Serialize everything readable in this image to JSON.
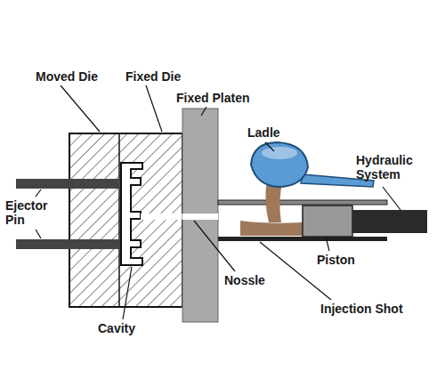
{
  "diagram": {
    "labels": [
      "Moved Die",
      "Fixed Die",
      "Fixed Platen",
      "Ladle",
      "Hydraulic System",
      "Ejector Pin",
      "Piston",
      "Nossle",
      "Injection Shot",
      "Cavity"
    ]
  }
}
